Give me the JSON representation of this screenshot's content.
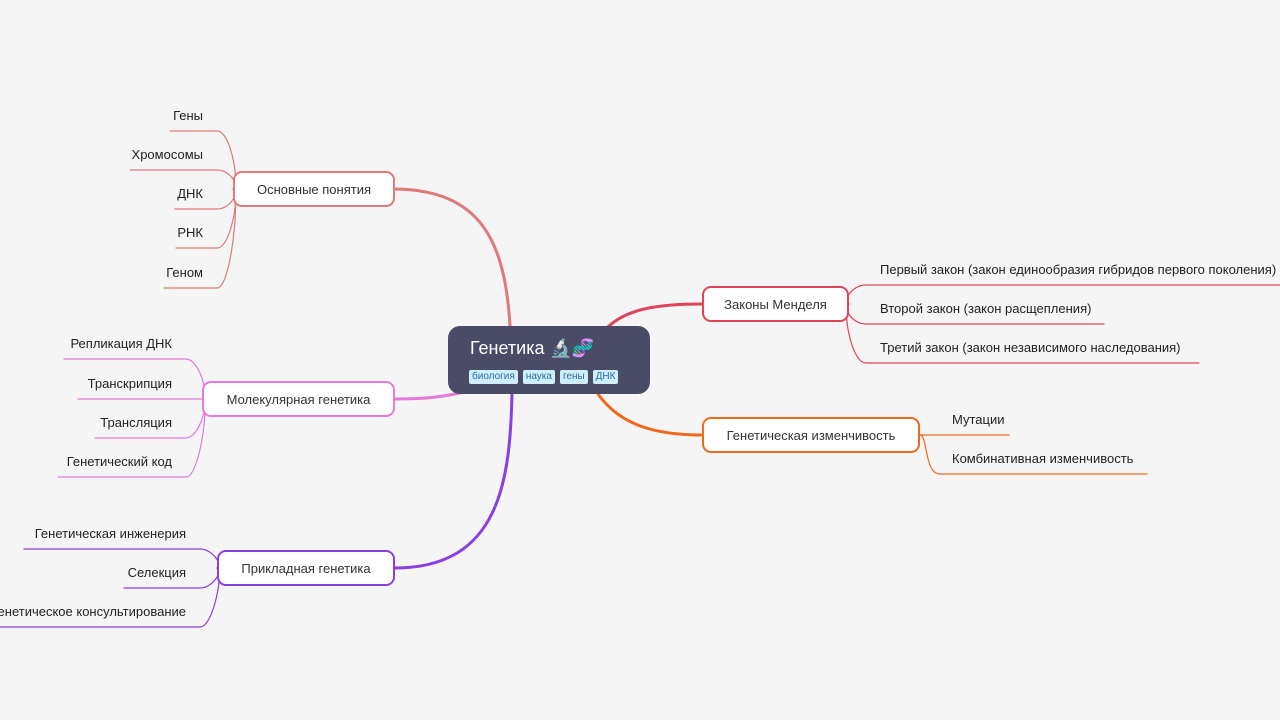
{
  "root": {
    "title": "Генетика 🔬🧬",
    "tags": [
      "биология",
      "наука",
      "гены",
      "ДНК"
    ]
  },
  "colors": {
    "background": "#f5f5f5",
    "root_fill": "#4a4b66",
    "tag_fill": "#cfeefc",
    "tag_text": "#2a6fa0",
    "branch_basic": "#e07a7a",
    "branch_mendel": "#e0445a",
    "branch_variability": "#f06a1c",
    "branch_molecular": "#e57bd8",
    "branch_applied": "#8a3fe0"
  },
  "branches": {
    "basic": {
      "label": "Основные понятия",
      "children": [
        "Гены",
        "Хромосомы",
        "ДНК",
        "РНК",
        "Геном"
      ]
    },
    "molecular": {
      "label": "Молекулярная генетика",
      "children": [
        "Репликация ДНК",
        "Транскрипция",
        "Трансляция",
        "Генетический код"
      ]
    },
    "applied": {
      "label": "Прикладная генетика",
      "children": [
        "Генетическая инженерия",
        "Селекция",
        "Генетическое консультирование"
      ]
    },
    "mendel": {
      "label": "Законы Менделя",
      "children": [
        "Первый закон (закон единообразия гибридов первого поколения)",
        "Второй закон (закон расщепления)",
        "Третий закон (закон независимого наследования)"
      ]
    },
    "variability": {
      "label": "Генетическая изменчивость",
      "children": [
        "Мутации",
        "Комбинативная изменчивость"
      ]
    }
  }
}
